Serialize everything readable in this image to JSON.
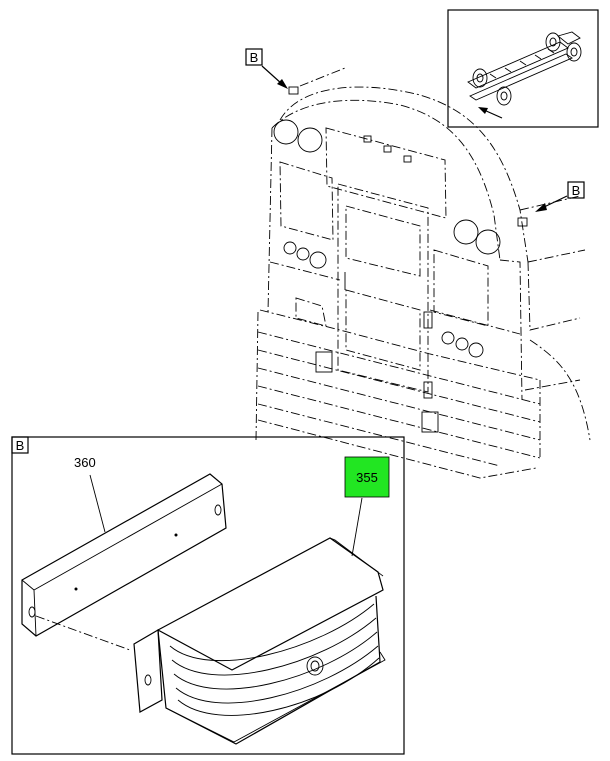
{
  "labels": {
    "ref_top": "B",
    "ref_right": "B",
    "detail_tag": "B",
    "part_bracket": "360",
    "part_lamp": "355"
  },
  "colors": {
    "highlight": "#22e622",
    "line": "#000000",
    "background": "#ffffff"
  }
}
